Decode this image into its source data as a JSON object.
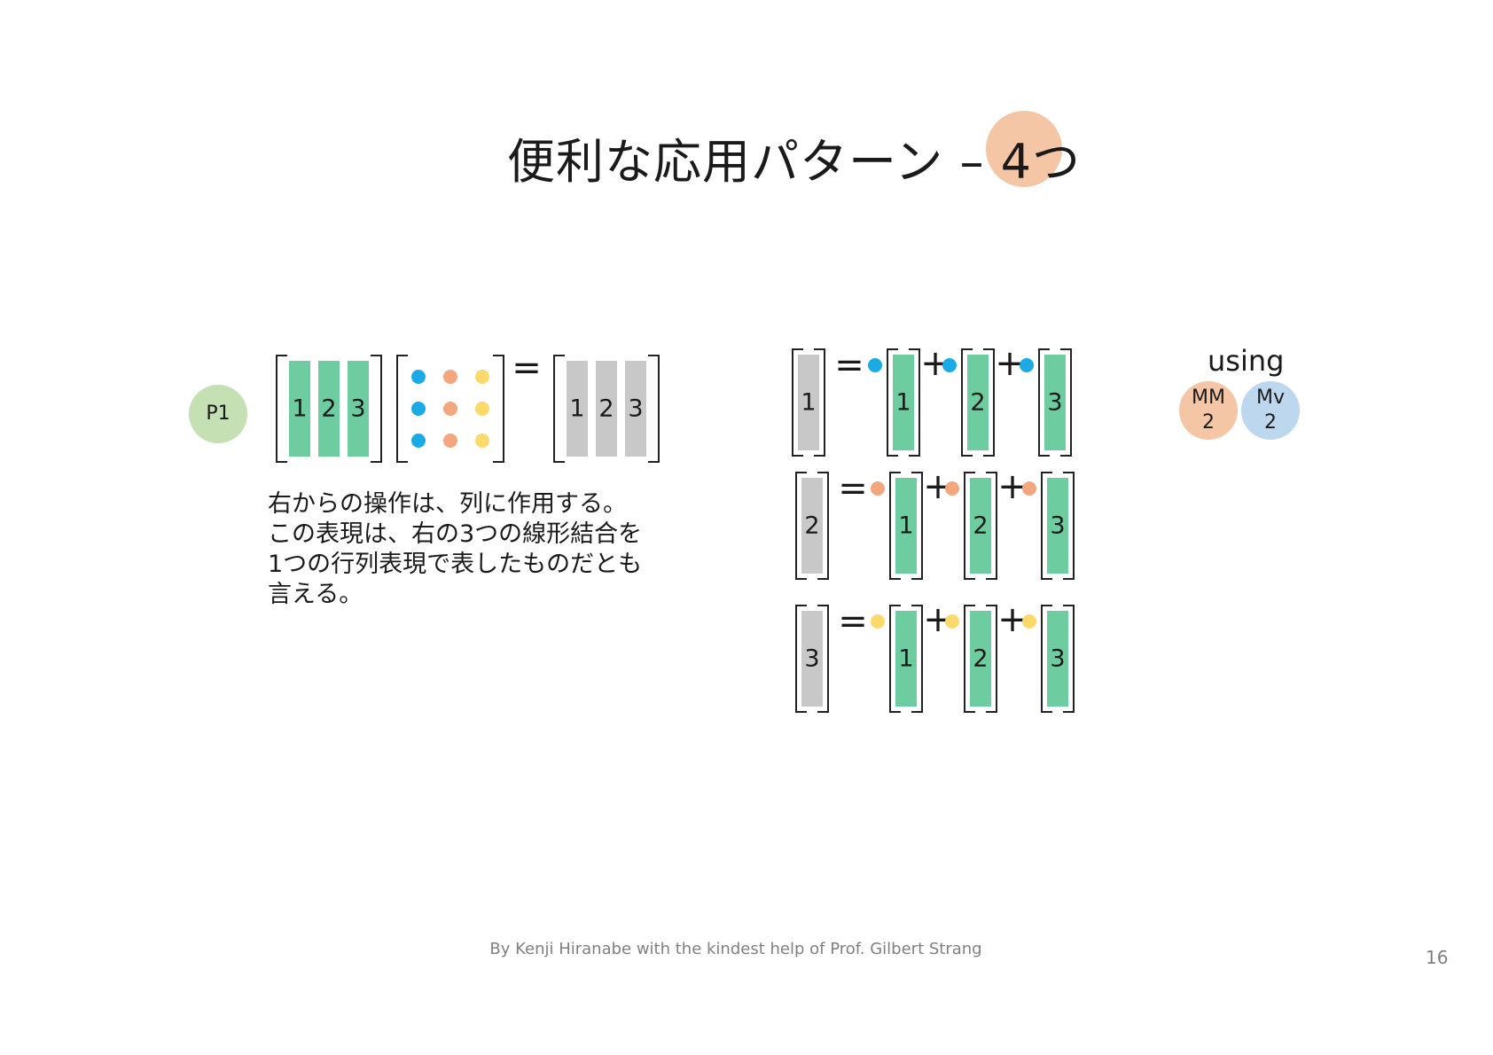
{
  "title": {
    "text": "便利な応用パターン – 4つ"
  },
  "badges": {
    "p1": "P1",
    "using": "using",
    "mm_top": "MM",
    "mm_bottom": "2",
    "mv_top": "Mv",
    "mv_bottom": "2"
  },
  "description": "右からの操作は、列に作用する。\nこの表現は、右の3つの線形結合を\n1つの行列表現で表したものだとも\n言える。",
  "equation": {
    "column_labels": [
      "1",
      "2",
      "3"
    ],
    "equals": "=",
    "plus": "+"
  },
  "colors": {
    "green_column": "#6dcca0",
    "gray_column": "#c8c8c8",
    "blue_dot": "#1aabe6",
    "orange_dot": "#f2a77e",
    "yellow_dot": "#fbd96a",
    "title_circle": "#f5c6a5",
    "p1_circle": "#c5e0b3",
    "mm_circle": "#f5c6a5",
    "mv_circle": "#bdd7ee"
  },
  "footer": {
    "credit": "By Kenji Hiranabe with the kindest help of Prof. Gilbert Strang",
    "page_number": "16"
  }
}
